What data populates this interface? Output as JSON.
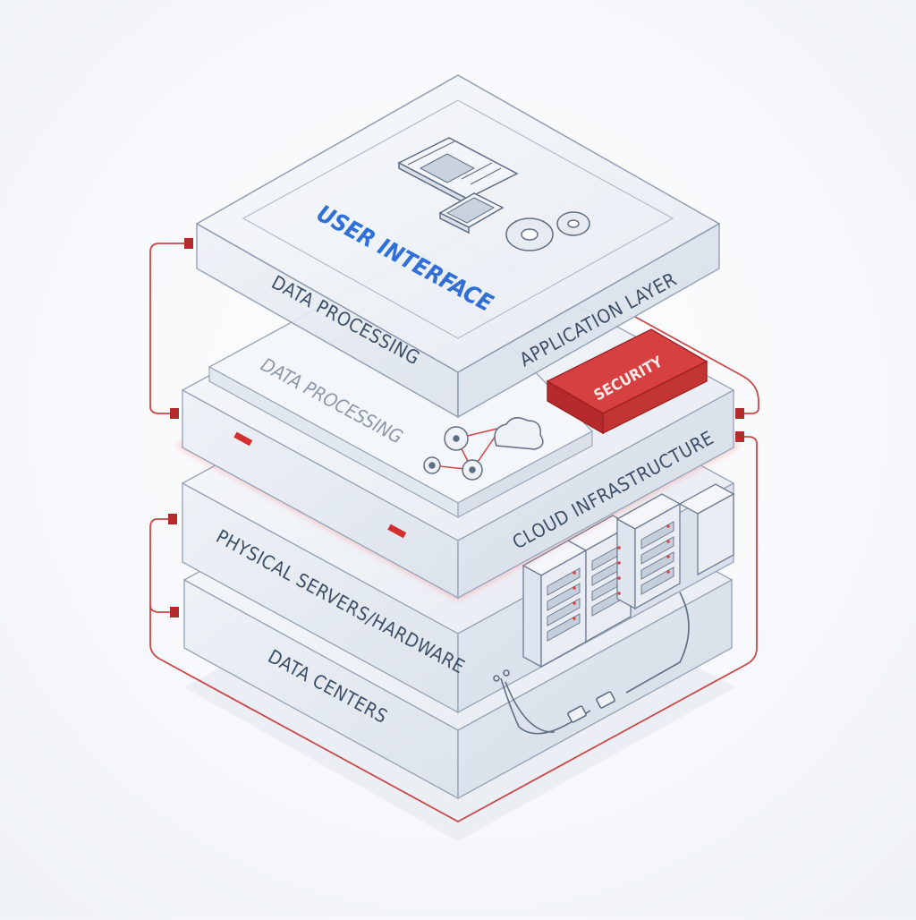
{
  "diagram": {
    "layers": {
      "user_interface": "USER INTERFACE",
      "application_layer": "APPLICATION LAYER",
      "data_processing_top": "DATA PROCESSING",
      "data_processing_inner": "DATA PROCESSING",
      "security": "SECURITY",
      "cloud_infrastructure": "CLOUD INFRASTRUCTURE",
      "physical_servers": "PHYSICAL SERVERS/HARDWARE",
      "data_centers": "DATA CENTERS"
    },
    "colors": {
      "accent_red": "#d32f2f",
      "ui_blue": "#2f6fd6",
      "line": "#8a98ab",
      "text": "#3d4f66"
    },
    "icons": [
      "browser-window-icon",
      "mobile-device-icon",
      "gears-icon",
      "network-nodes-icon",
      "cloud-icon",
      "server-rack-icon",
      "power-plug-icon"
    ]
  }
}
